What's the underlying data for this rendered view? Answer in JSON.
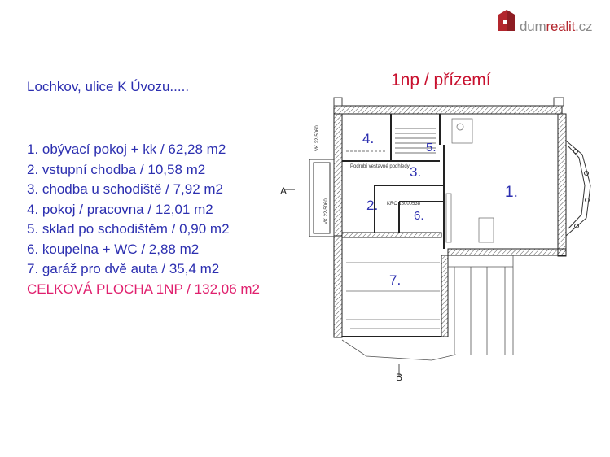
{
  "brand": {
    "name_prefix": "dum",
    "name_highlight": "realit",
    "name_suffix": ".cz",
    "color_brand": "#b3262d",
    "color_text": "#8a8a8a"
  },
  "address": "Lochkov, ulice K Úvozu.....",
  "floor_title": "1np / přízemí",
  "rooms": [
    "1. obývací pokoj + kk  / 62,28 m2",
    "2. vstupní chodba  / 10,58 m2",
    "3. chodba u schodiště / 7,92 m2",
    "4. pokoj / pracovna / 12,01 m2",
    "5. sklad po schodištěm / 0,90 m2",
    "6. koupelna + WC / 2,88 m2",
    "7. garáž pro dvě auta / 35,4 m2"
  ],
  "total": "CELKOVÁ PLOCHA 1NP / 132,06 m2",
  "plan": {
    "labels": {
      "r1": "1.",
      "r2": "2.",
      "r3": "3.",
      "r4": "4.",
      "r5": "5.",
      "r6": "6.",
      "r7": "7."
    },
    "section_a": "A",
    "section_b": "B",
    "window_code_top": "VK 22-5060",
    "window_code_left": "VK 22-5060",
    "note_krc": "KRC 15000538",
    "note_podrizeni": "Podrubí vestavné podhledy"
  },
  "colors": {
    "list_text": "#2c2fb0",
    "title_red": "#c8102e",
    "total_pink": "#e0206e"
  }
}
